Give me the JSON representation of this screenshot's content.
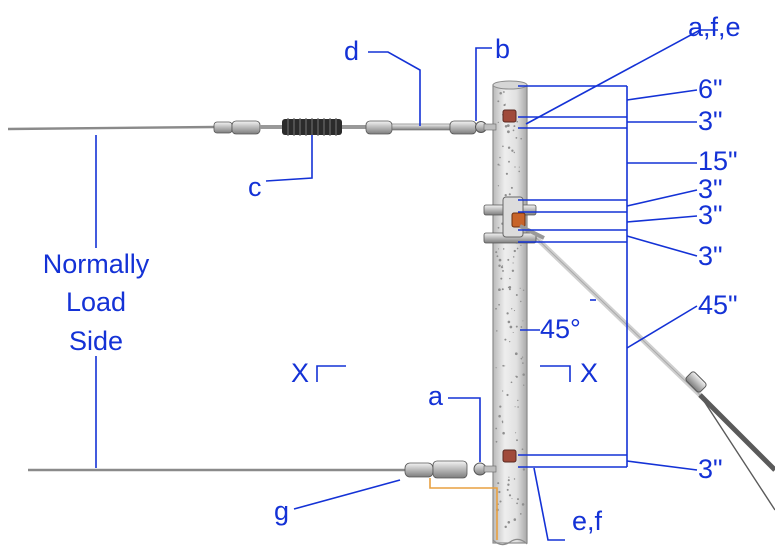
{
  "labels": {
    "a_top": "a,f,e",
    "b": "b",
    "c": "c",
    "d": "d",
    "a_bottom": "a",
    "e_f": "e,f",
    "g": "g",
    "x_left": "X",
    "x_right": "X",
    "angle": "45°",
    "side_line1": "Normally",
    "side_line2": "Load",
    "side_line3": "Side"
  },
  "dimensions": [
    "6\"",
    "3\"",
    "15\"",
    "3\"",
    "3\"",
    "3\"",
    "45\"",
    "3\""
  ],
  "colors": {
    "annotation": "#1432d6",
    "pole": "#d9d9d9",
    "wire": "#8a8a8a",
    "insulator": "#2b2b2b",
    "bolt": "#a04a3a",
    "ground": "#e8a040"
  },
  "icons": {
    "insulator": "suspension-insulator",
    "clamp": "dead-end-clamp",
    "guy": "guy-wire"
  }
}
